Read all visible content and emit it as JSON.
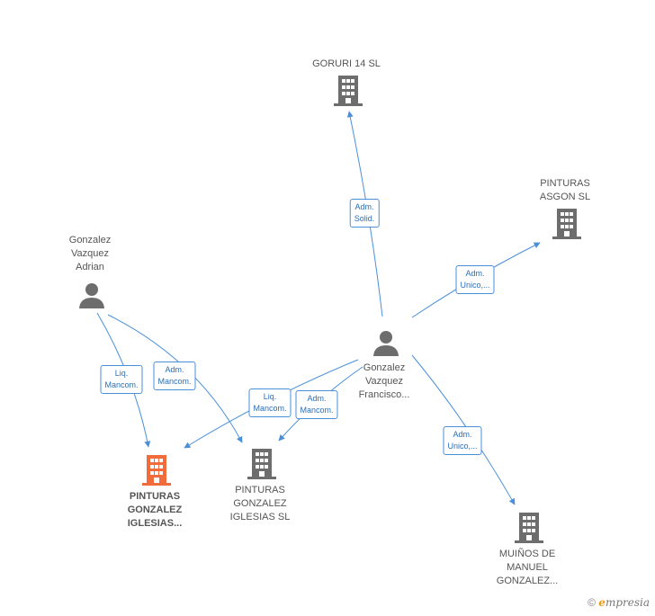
{
  "colors": {
    "edge": "#4a90d9",
    "company": "#6d6d6d",
    "highlight": "#f26b3a",
    "person": "#6d6d6d"
  },
  "nodes": {
    "goruri": {
      "label": "GORURI 14  SL",
      "icon": "building-icon"
    },
    "pinturas_asgon": {
      "label": "PINTURAS\nASGON  SL",
      "icon": "building-icon"
    },
    "adrian": {
      "label": "Gonzalez\nVazquez\nAdrian",
      "icon": "person-icon"
    },
    "francisco": {
      "label": "Gonzalez\nVazquez\nFrancisco...",
      "icon": "person-icon"
    },
    "pinturas_main": {
      "label": "PINTURAS\nGONZALEZ\nIGLESIAS...",
      "icon": "building-icon"
    },
    "pinturas_sl": {
      "label": "PINTURAS\nGONZALEZ\nIGLESIAS  SL",
      "icon": "building-icon"
    },
    "muinos": {
      "label": "MUIÑOS DE\nMANUEL\nGONZALEZ...",
      "icon": "building-icon"
    }
  },
  "edges": {
    "e1": "Adm.\nSolid.",
    "e2": "Adm.\nUnico,...",
    "e3": "Liq.\nMancom.",
    "e4": "Adm.\nMancom.",
    "e5": "Liq.\nMancom.",
    "e6": "Adm.\nMancom.",
    "e7": "Adm.\nUnico,..."
  },
  "footer": {
    "copyright": "©",
    "brand_rest": "mpresia",
    "brand_e": "e"
  }
}
